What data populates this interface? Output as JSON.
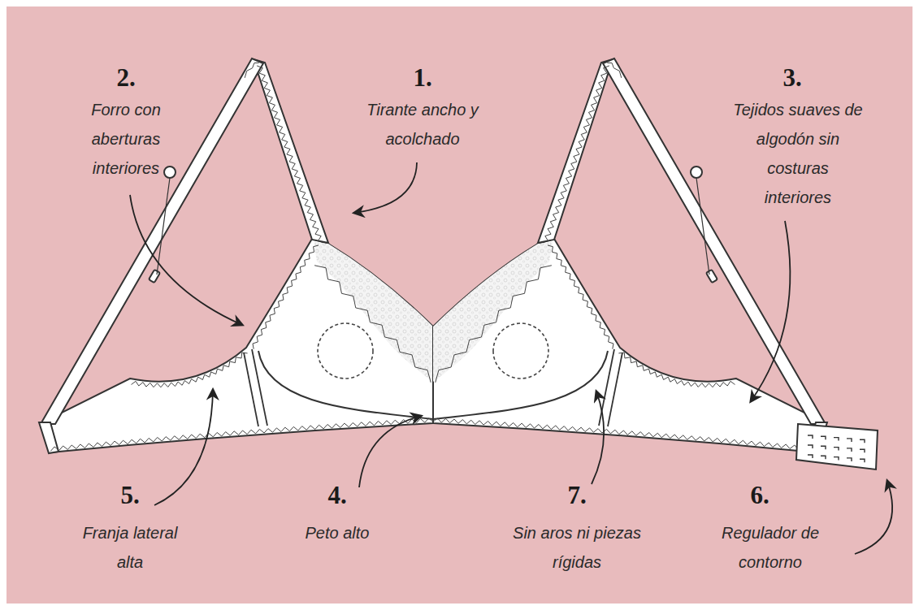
{
  "diagram": {
    "labels": [
      "2.",
      "Forro con aberturas interiores",
      "1.",
      "Tirante ancho y acolchado",
      "3.",
      "Tejidos suaves de algodón sin costuras interiores",
      "5.",
      "Franja lateral alta",
      "4.",
      "Peto alto",
      "7.",
      "Sin aros ni piezas rígidas",
      "6.",
      "Regulador de contorno"
    ]
  }
}
